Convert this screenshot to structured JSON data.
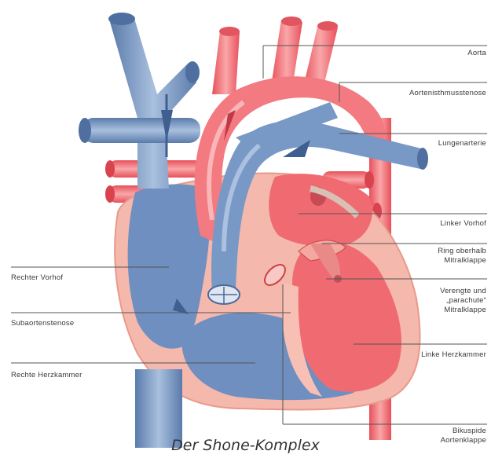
{
  "labels": {
    "aorta": "Aorta",
    "isthmus": "Aortenisthmusstenose",
    "pulmonary": "Lungenarterie",
    "left_atrium": "Linker Vorhof",
    "supravalvular_ring_1": "Ring oberhalb",
    "supravalvular_ring_2": "Mitralklappe",
    "parachute_1": "Verengte und",
    "parachute_2": "„parachute“",
    "parachute_3": "Mitralklappe",
    "left_ventricle": "Linke Herzkammer",
    "bicuspid_1": "Bikuspide",
    "bicuspid_2": "Aortenklappe",
    "right_atrium": "Rechter Vorhof",
    "subaortic": "Subaortenstenose",
    "right_ventricle": "Rechte Herzkammer"
  },
  "caption": "Der Shone-Komplex",
  "colors": {
    "oxygenated": "#f06a72",
    "oxygenated_light": "#f8a3a5",
    "deoxygenated": "#6d8fbe",
    "deoxygenated_dark": "#4a6a9a",
    "myocardium": "#f6c9bd",
    "leader_line": "#555555"
  }
}
